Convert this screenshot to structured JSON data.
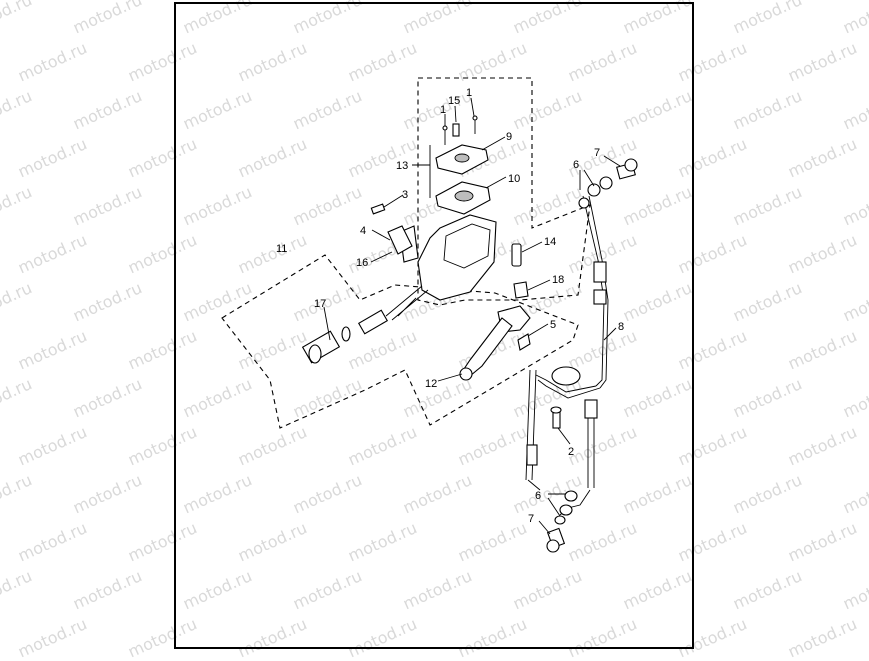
{
  "watermark": {
    "text": "motod.ru"
  },
  "diagram": {
    "callouts": [
      {
        "id": "c1a",
        "label": "1"
      },
      {
        "id": "c15",
        "label": "15"
      },
      {
        "id": "c1b",
        "label": "1"
      },
      {
        "id": "c9",
        "label": "9"
      },
      {
        "id": "c13",
        "label": "13"
      },
      {
        "id": "c10",
        "label": "10"
      },
      {
        "id": "c3",
        "label": "3"
      },
      {
        "id": "c4",
        "label": "4"
      },
      {
        "id": "c16",
        "label": "16"
      },
      {
        "id": "c11",
        "label": "11"
      },
      {
        "id": "c14",
        "label": "14"
      },
      {
        "id": "c18",
        "label": "18"
      },
      {
        "id": "c17",
        "label": "17"
      },
      {
        "id": "c5",
        "label": "5"
      },
      {
        "id": "c12",
        "label": "12"
      },
      {
        "id": "c6a",
        "label": "6"
      },
      {
        "id": "c7a",
        "label": "7"
      },
      {
        "id": "c8",
        "label": "8"
      },
      {
        "id": "c2",
        "label": "2"
      },
      {
        "id": "c6b",
        "label": "6"
      },
      {
        "id": "c7b",
        "label": "7"
      }
    ]
  }
}
